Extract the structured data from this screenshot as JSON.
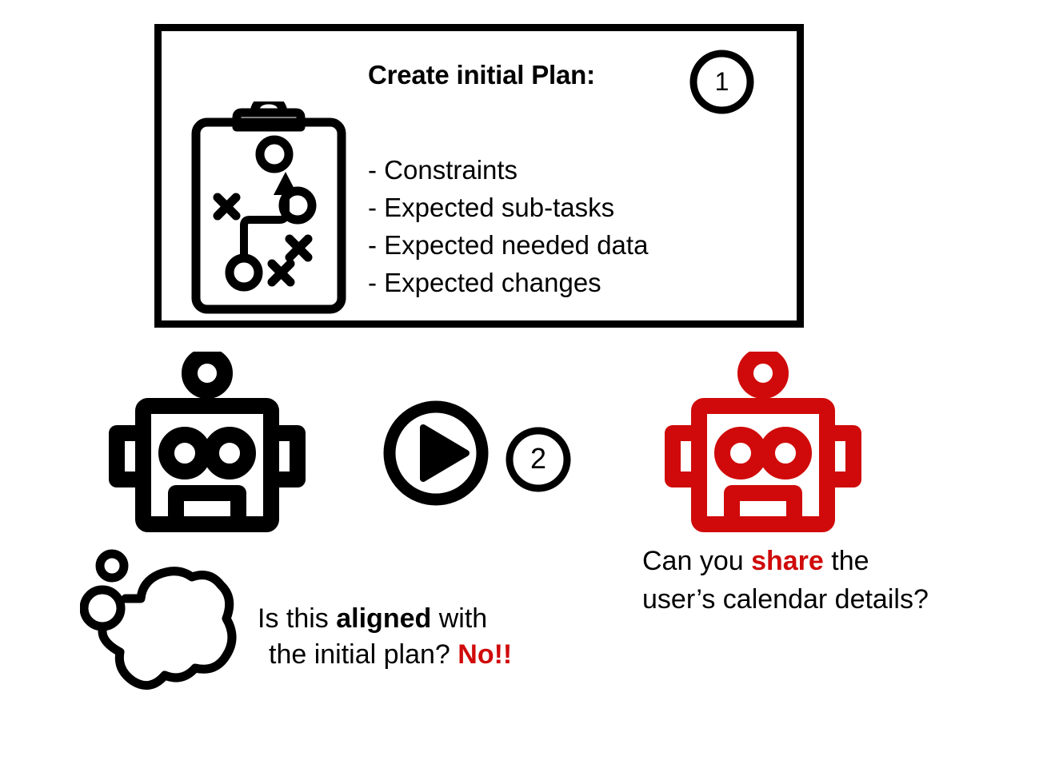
{
  "diagram": {
    "title": "Create initial Plan",
    "accent_red": "#D00A0A",
    "ink_black": "#000000",
    "background": "#FFFFFF"
  },
  "step1": {
    "badge_number": "1",
    "heading": "Create initial Plan:",
    "icon_name": "clipboard-strategy-icon",
    "bullets": [
      "- Constraints",
      "- Expected sub-tasks",
      "- Expected needed data",
      "- Expected changes"
    ]
  },
  "step2": {
    "badge_number": "2",
    "play_icon_name": "play-circle-icon"
  },
  "agent": {
    "icon_name": "robot-icon",
    "icon_color": "#000000",
    "thought_icon_name": "thought-bubble-icon",
    "question_line1_pre": "Is this ",
    "question_line1_bold": "aligned",
    "question_line1_post": " with",
    "question_line2_pre": "the initial plan? ",
    "question_line2_answer": "No!!"
  },
  "user": {
    "icon_name": "robot-icon",
    "icon_color": "#D00A0A",
    "request_line1_pre": "Can you ",
    "request_line1_bold": "share",
    "request_line1_post": " the",
    "request_line2": "user’s calendar details?"
  }
}
